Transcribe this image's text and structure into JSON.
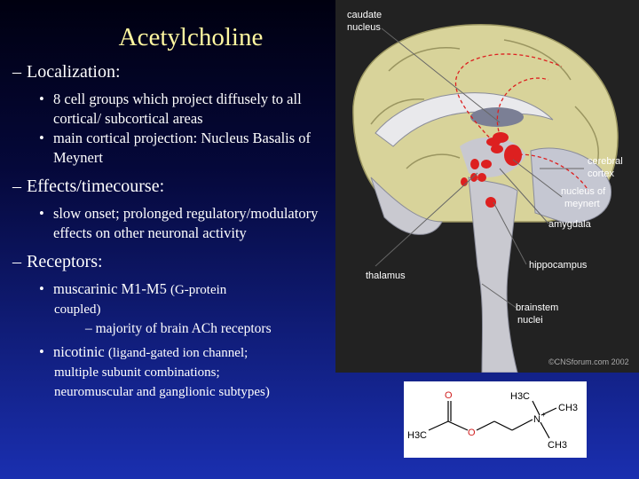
{
  "title": "Acetylcholine",
  "sections": [
    {
      "heading": "Localization:",
      "bullets": [
        "8 cell groups which project diffusely to all cortical/ subcortical areas",
        "main cortical projection: Nucleus Basalis of Meynert"
      ]
    },
    {
      "heading": "Effects/timecourse:",
      "bullets": [
        "slow onset; prolonged regulatory/modulatory effects on other neuronal activity"
      ]
    },
    {
      "heading": "Receptors:",
      "muscarinic": {
        "main": "muscarinic M1-M5",
        "detail_a": "(G-protein",
        "detail_b": "coupled)",
        "sub": "majority of brain ACh receptors"
      },
      "nicotinic": {
        "main": "nicotinic",
        "detail_a": "(ligand-gated ion channel;",
        "detail_b": "multiple subunit combinations;",
        "detail_c": "neuromuscular and ganglionic subtypes)"
      }
    }
  ],
  "brain_figure": {
    "labels": {
      "caudate_1": "caudate",
      "caudate_2": "nucleus",
      "cerebral_1": "cerebral",
      "cerebral_2": "cortex",
      "meynert_1": "nucleus of",
      "meynert_2": "meynert",
      "amygdala": "amygdala",
      "hippocampus": "hippocampus",
      "thalamus": "thalamus",
      "brainstem_1": "brainstem",
      "brainstem_2": "nuclei",
      "copyright": "©CNSforum.com 2002"
    }
  },
  "structure": {
    "o1": "O",
    "o2": "O",
    "h3c_left": "H3C",
    "h3c_top": "H3C",
    "ch3_right": "CH3",
    "ch3_bottom": "CH3",
    "n": "N",
    "charge": "+"
  }
}
